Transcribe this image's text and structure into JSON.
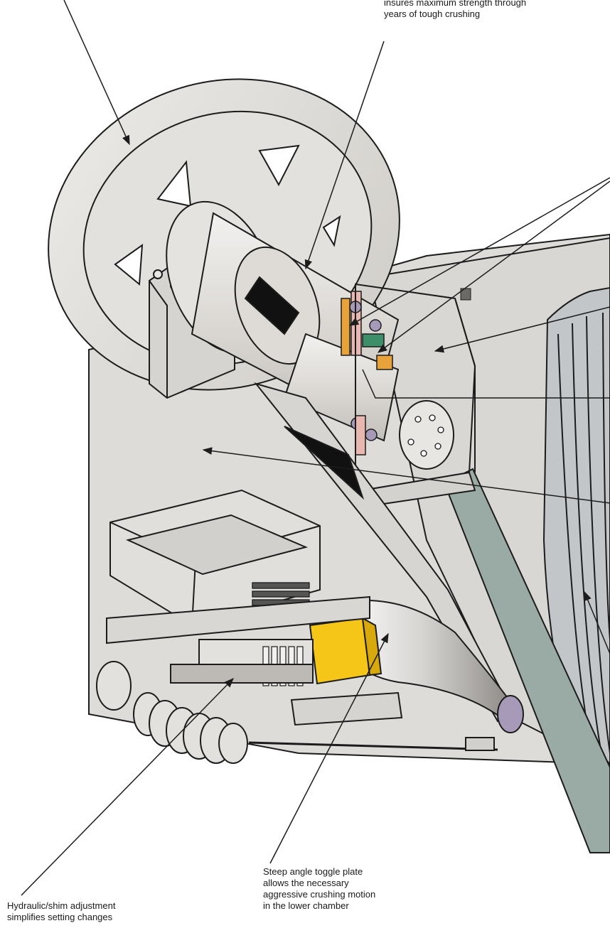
{
  "captions": {
    "shaft": [
      "insures maximum strength through",
      "years of tough crushing"
    ],
    "adjustment": [
      "Hydraulic/shim adjustment",
      "simplifies setting changes"
    ],
    "toggle": [
      "Steep angle toggle plate",
      "allows the necessary",
      "aggressive crushing motion",
      "in the lower chamber"
    ]
  },
  "colors": {
    "metal": "#e4e2df",
    "metal_dark": "#cfccc8",
    "outline": "#1c1c1c",
    "belt": "#9aaba5",
    "toggle_block": "#f5c518",
    "bearing_purple": "#a79ab8",
    "seal_orange": "#e8a23a",
    "seal_pink": "#e7b7b0",
    "seal_green": "#3f8e6a"
  }
}
